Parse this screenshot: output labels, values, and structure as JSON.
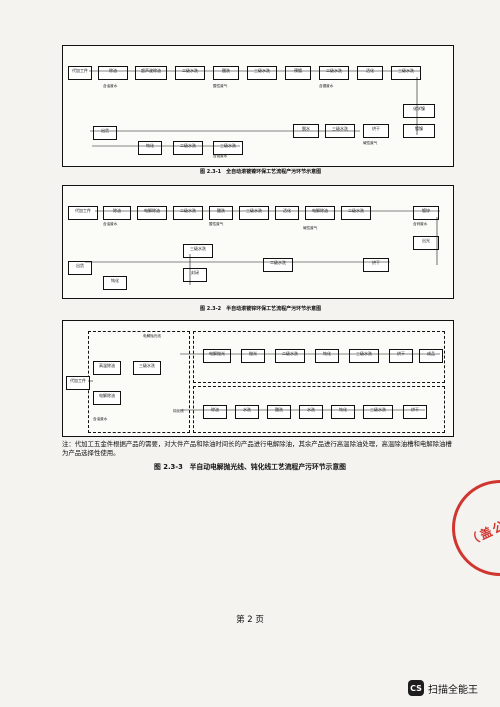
{
  "figures": [
    {
      "caption": "图 2.3-1　全自动滚镀镍环保工艺流程产污环节示意图",
      "nodes": [
        "代加工件",
        "除油",
        "超声波除油",
        "二级水洗",
        "酸洗",
        "三级水洗",
        "预镀",
        "二级水洗",
        "活化",
        "三级水洗",
        "化学镍",
        "镀镍",
        "烘干",
        "出货",
        "钝化",
        "二级水洗",
        "三级水洗",
        "脱水",
        "三级水洗"
      ],
      "labels": [
        "含油废水",
        "酸性废气",
        "含镍废水",
        "含铬废水",
        "碱性废气"
      ]
    },
    {
      "caption": "图 2.3-2　半自动滚镀锌环保工艺流程产污环节示意图",
      "nodes": [
        "代加工件",
        "除油",
        "电解除油",
        "二级水洗",
        "酸洗",
        "三级水洗",
        "活化",
        "电解除油",
        "二级水洗",
        "镀锌",
        "出光",
        "烘干",
        "出货",
        "钝化",
        "三级水洗",
        "封闭",
        "二级水洗"
      ],
      "labels": [
        "含油废水",
        "酸性废气",
        "含锌废水",
        "碱性废气"
      ]
    },
    {
      "caption": "图 2.3-3　半自动电解抛光线、钝化线工艺流程产污环节示意图",
      "nodes": [
        "代加工件",
        "电解抛光",
        "抛光",
        "二级水洗",
        "钝化",
        "三级水洗",
        "烘干",
        "成品",
        "除油",
        "水洗",
        "酸洗",
        "水洗",
        "钝化",
        "三级水洗",
        "烘干"
      ],
      "labels": [
        "电解抛光线",
        "钝化线",
        "高温除油",
        "三级水洗",
        "电解除油",
        "含油废水"
      ]
    }
  ],
  "note": "注：代加工五金件根据产品的需要，对大件产品和除油时间长的产品进行电解除油，其余产品进行高温除油处理，高温除油槽和电解除油槽为产品选择性使用。",
  "page_number": "第 2 页",
  "stamp_text": "（盖公章）",
  "watermark_text": "扫描全能王",
  "watermark_logo": "CS"
}
